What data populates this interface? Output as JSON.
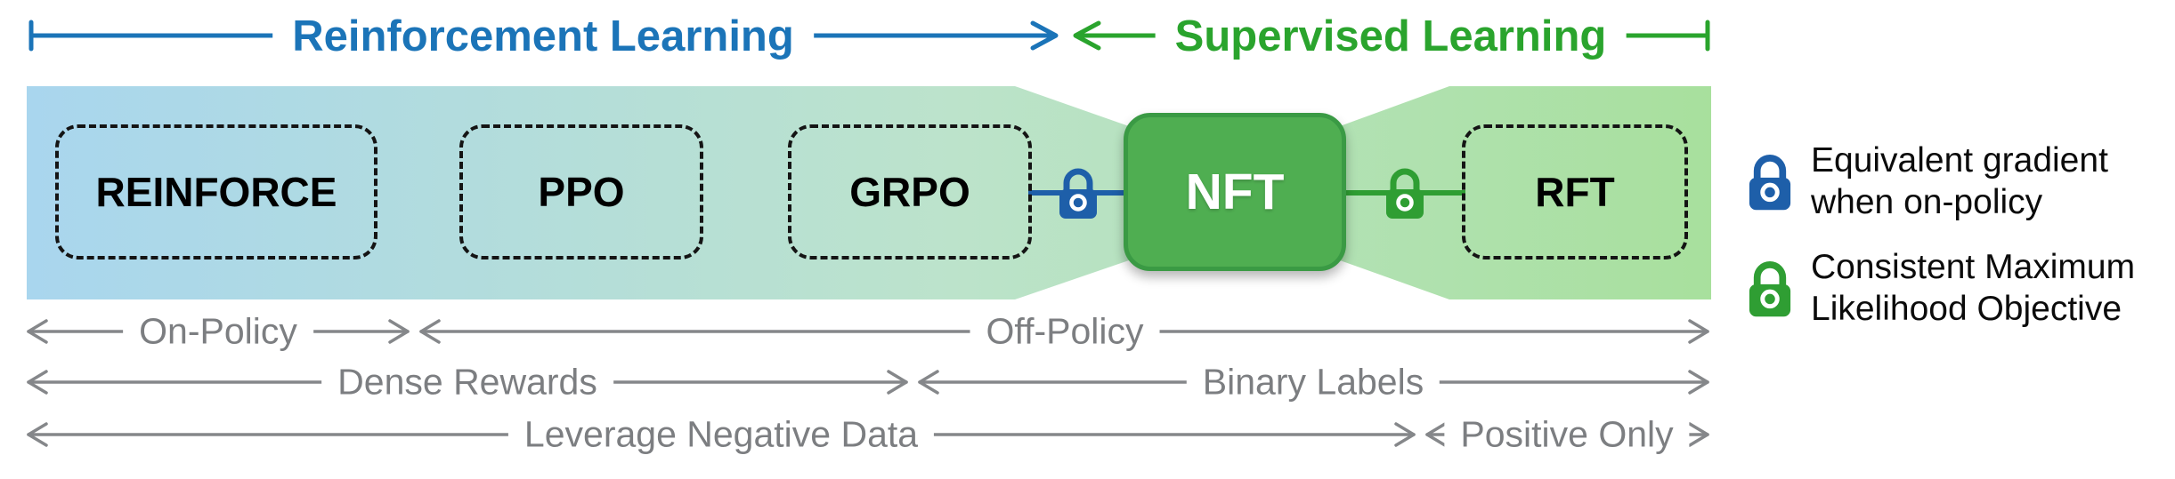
{
  "title_brackets": {
    "reinforcement_learning": "Reinforcement Learning",
    "supervised_learning": "Supervised Learning"
  },
  "methods": {
    "reinforce": "REINFORCE",
    "ppo": "PPO",
    "grpo": "GRPO",
    "nft": "NFT",
    "rft": "RFT"
  },
  "legend": {
    "equivalent_gradient": "Equivalent gradient\nwhen on-policy",
    "consistent_ml": "Consistent Maximum\nLikelihood Objective"
  },
  "axes": {
    "on_policy": "On-Policy",
    "off_policy": "Off-Policy",
    "dense_rewards": "Dense Rewards",
    "binary_labels": "Binary Labels",
    "leverage_negative_data": "Leverage Negative Data",
    "positive_only": "Positive Only"
  },
  "colors": {
    "rl_blue": "#1b74b8",
    "sl_green": "#2aa42d",
    "band_blue": "#a9d6ee",
    "band_mid": "#bce3cb",
    "band_green": "#a8e09d",
    "nft_fill": "#4fae51",
    "nft_border": "#3a9a44",
    "lock_blue": "#1e5fa9",
    "lock_green": "#2f9e33",
    "axis_gray": "#85878a"
  }
}
